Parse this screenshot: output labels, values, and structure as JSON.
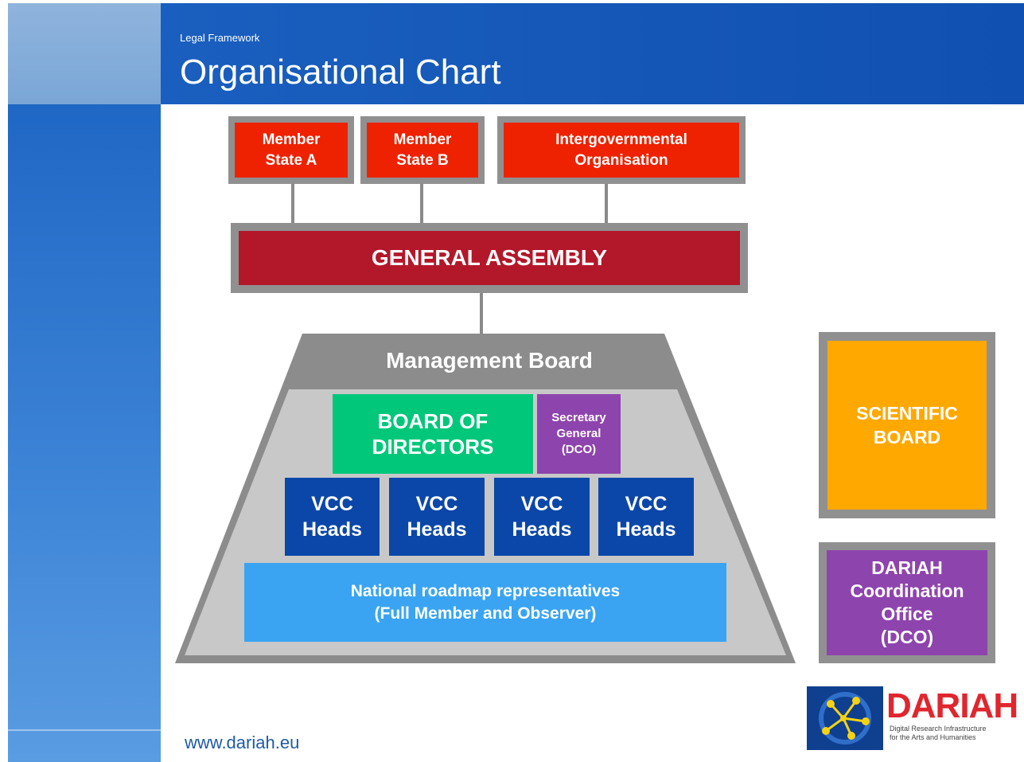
{
  "header": {
    "subtitle": "Legal Framework",
    "title": "Organisational Chart"
  },
  "members": {
    "state_a": "Member\nState A",
    "state_b": "Member\nState B",
    "igo": "Intergovernmental\nOrganisation"
  },
  "general_assembly": "GENERAL ASSEMBLY",
  "management_board": {
    "label": "Management Board",
    "board_of_directors": "BOARD OF\nDIRECTORS",
    "secretary_general": "Secretary\nGeneral\n(DCO)",
    "vcc_heads": [
      "VCC\nHeads",
      "VCC\nHeads",
      "VCC\nHeads",
      "VCC\nHeads"
    ],
    "national": "National roadmap representatives\n(Full Member and Observer)"
  },
  "scientific_board": "SCIENTIFIC\nBOARD",
  "dco": "DARIAH\nCoordination\nOffice\n(DCO)",
  "footer": {
    "url": "www.dariah.eu",
    "logo_word": "DARIAH",
    "logo_tagline": "Digital Research Infrastructure\nfor the Arts and Humanities"
  },
  "colors": {
    "header_blue": "#1050b0",
    "member_red": "#ee2200",
    "assembly_red": "#b3172a",
    "directors_green": "#00c77a",
    "purple": "#8e44ad",
    "vcc_blue": "#0b47a8",
    "national_blue": "#3aa4f3",
    "scientific_orange": "#ffa800",
    "frame_grey": "#909090"
  }
}
